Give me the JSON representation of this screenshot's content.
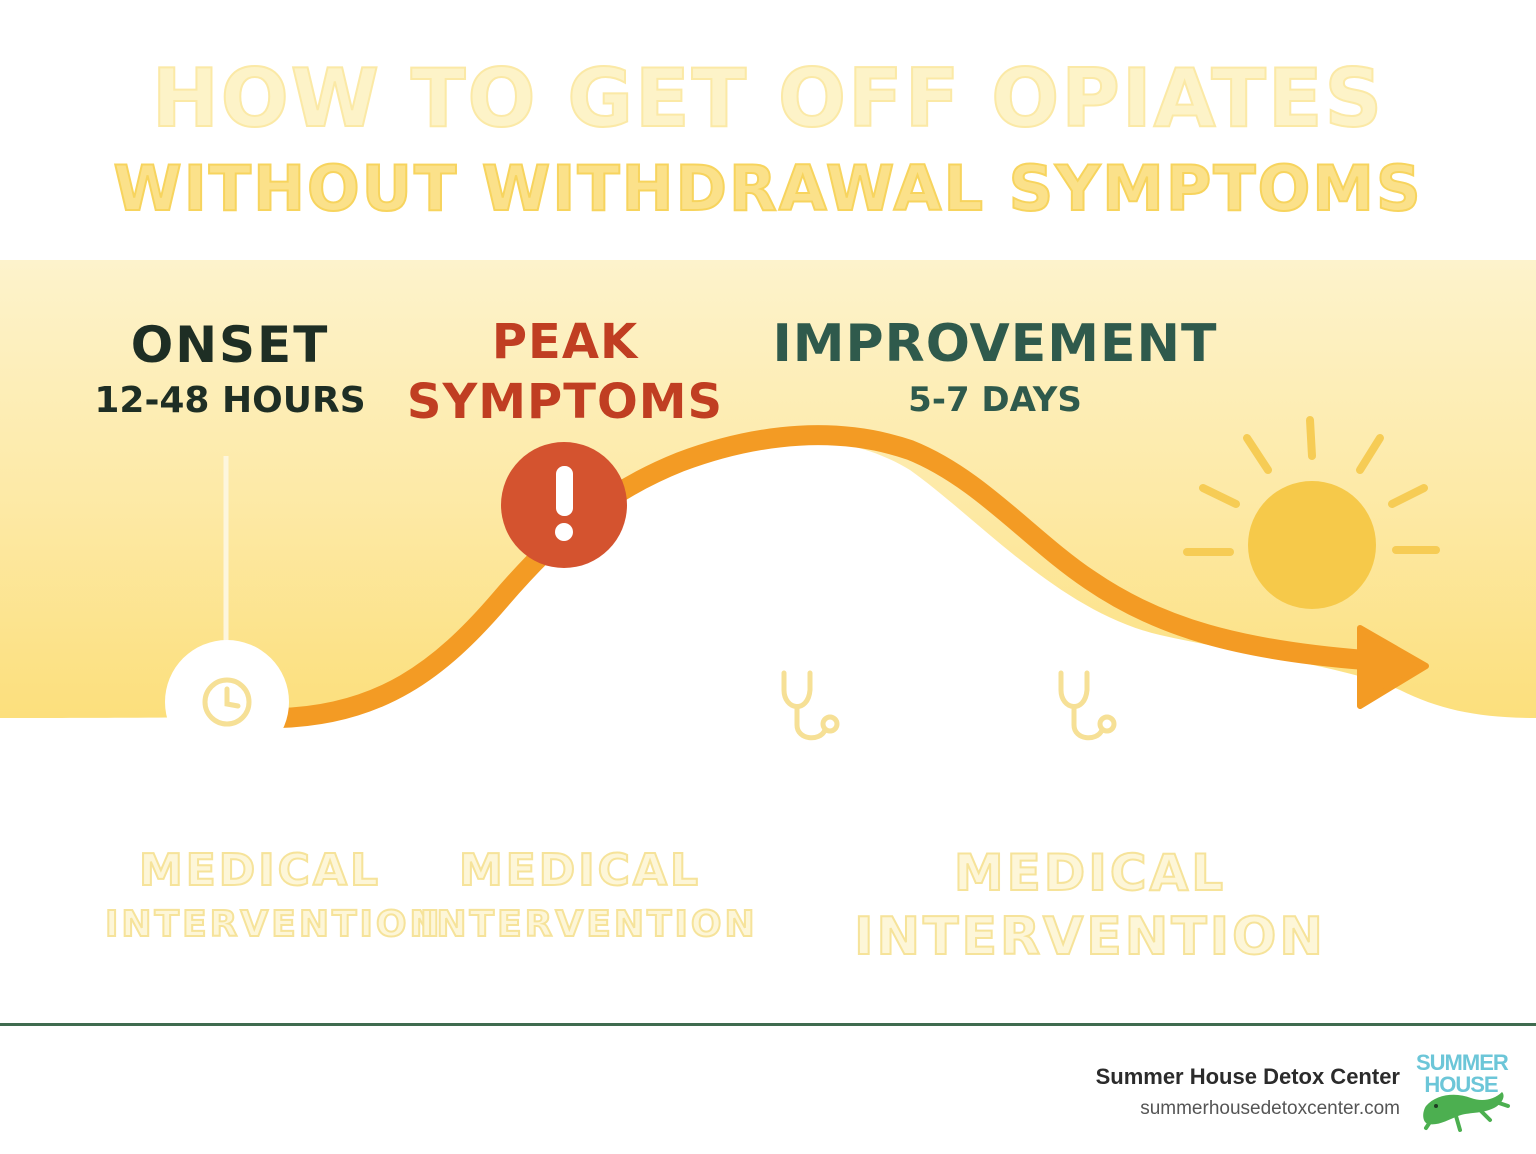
{
  "title": {
    "line1": "HOW TO GET OFF OPIATES",
    "line2": "WITHOUT WITHDRAWAL SYMPTOMS"
  },
  "phases": {
    "onset": {
      "label": "ONSET",
      "duration": "12-48 HOURS"
    },
    "peak": {
      "label_line1": "PEAK",
      "label_line2": "SYMPTOMS"
    },
    "improvement": {
      "label": "IMPROVEMENT",
      "duration": "5-7 DAYS"
    }
  },
  "icons": {
    "onset": "clock-icon",
    "peak": "exclamation-icon",
    "care": "stethoscope-icon",
    "end": "sun-icon"
  },
  "interventions": [
    {
      "line1": "MEDICAL",
      "line2": "INTERVENTION"
    },
    {
      "line1": "MEDICAL",
      "line2": "INTERVENTION"
    },
    {
      "line1": "MEDICAL",
      "line2": "INTERVENTION"
    }
  ],
  "footer": {
    "name": "Summer House Detox Center",
    "url": "summerhousedetoxcenter.com",
    "logo_line1": "SUMMER",
    "logo_line2": "HOUSE"
  },
  "colors": {
    "curve": "#f39b24",
    "band_top": "#fdf1c6",
    "band_bottom": "#fce17e",
    "peak_marker": "#d4532f",
    "sun": "#f6c94a",
    "onset_text": "#1e2e24",
    "peak_text": "#c03e22",
    "improvement_text": "#2f5a4c",
    "divider": "#3f6b4f"
  }
}
